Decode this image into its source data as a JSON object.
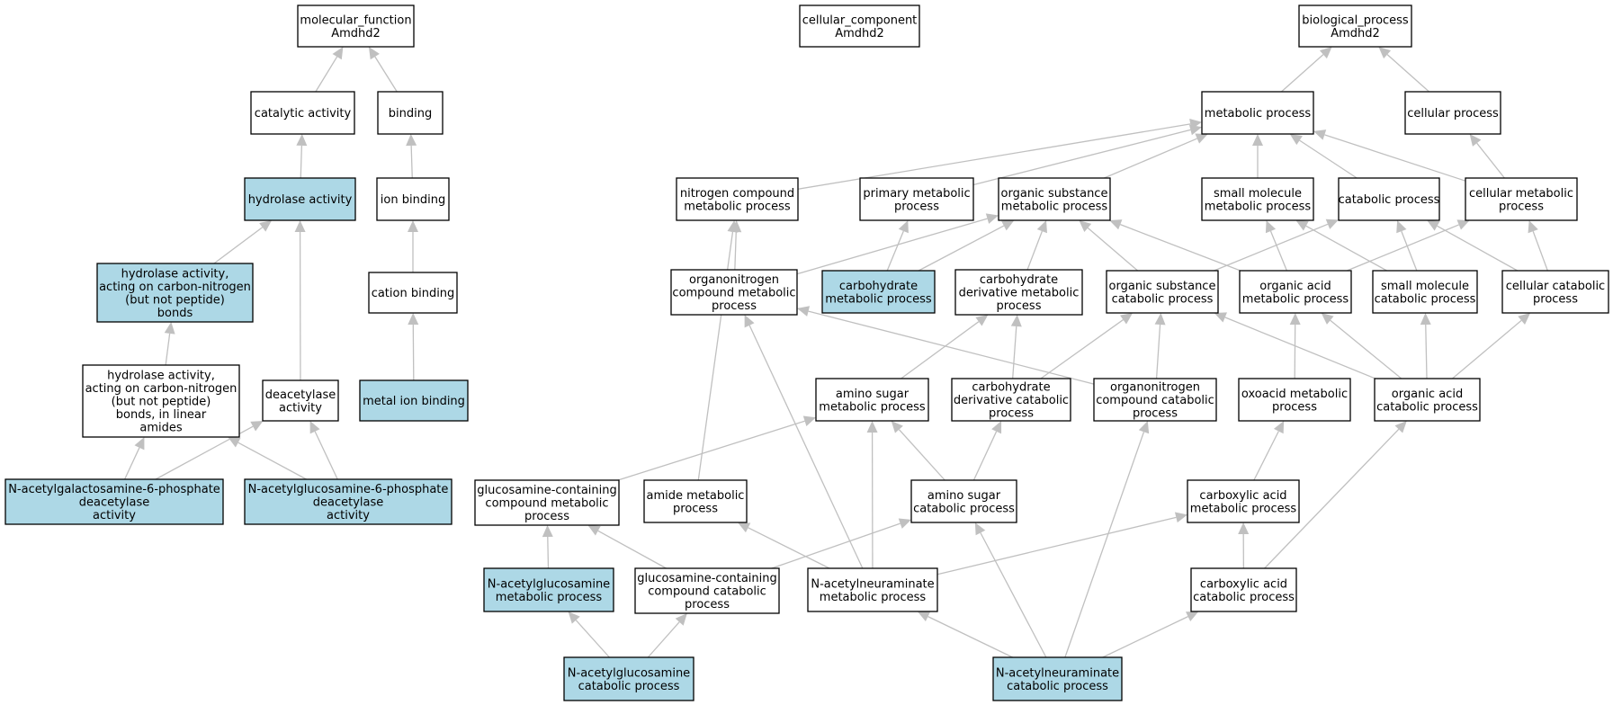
{
  "colors": {
    "highlight": "#add8e6",
    "plain": "#ffffff",
    "edge": "#c0c0c0"
  },
  "nodes": {
    "mf_root": {
      "lines": [
        "molecular_function",
        "Amdhd2"
      ],
      "highlight": false
    },
    "cc_root": {
      "lines": [
        "cellular_component",
        "Amdhd2"
      ],
      "highlight": false
    },
    "bp_root": {
      "lines": [
        "biological_process",
        "Amdhd2"
      ],
      "highlight": false
    },
    "catalytic": {
      "lines": [
        "catalytic activity"
      ],
      "highlight": false
    },
    "binding": {
      "lines": [
        "binding"
      ],
      "highlight": false
    },
    "hydrolase": {
      "lines": [
        "hydrolase activity"
      ],
      "highlight": true
    },
    "ion_binding": {
      "lines": [
        "ion binding"
      ],
      "highlight": false
    },
    "hydrolase_cn": {
      "lines": [
        "hydrolase activity,",
        "acting on carbon-nitrogen",
        "(but not peptide)",
        "bonds"
      ],
      "highlight": true
    },
    "cation_binding": {
      "lines": [
        "cation binding"
      ],
      "highlight": false
    },
    "hydrolase_cn_linear": {
      "lines": [
        "hydrolase activity,",
        "acting on carbon-nitrogen",
        "(but not peptide)",
        "bonds, in linear",
        "amides"
      ],
      "highlight": false
    },
    "deacetylase": {
      "lines": [
        "deacetylase",
        "activity"
      ],
      "highlight": false
    },
    "metal_ion_binding": {
      "lines": [
        "metal ion binding"
      ],
      "highlight": true
    },
    "galnac6p": {
      "lines": [
        "N-acetylgalactosamine-6-phosphate",
        "deacetylase",
        "activity"
      ],
      "highlight": true
    },
    "glcnac6p": {
      "lines": [
        "N-acetylglucosamine-6-phosphate",
        "deacetylase",
        "activity"
      ],
      "highlight": true
    },
    "metabolic": {
      "lines": [
        "metabolic process"
      ],
      "highlight": false
    },
    "cellular_proc": {
      "lines": [
        "cellular process"
      ],
      "highlight": false
    },
    "nitrogen_comp": {
      "lines": [
        "nitrogen compound",
        "metabolic process"
      ],
      "highlight": false
    },
    "primary_met": {
      "lines": [
        "primary metabolic",
        "process"
      ],
      "highlight": false
    },
    "org_sub_met": {
      "lines": [
        "organic substance",
        "metabolic process"
      ],
      "highlight": false
    },
    "small_mol_met": {
      "lines": [
        "small molecule",
        "metabolic process"
      ],
      "highlight": false
    },
    "catabolic": {
      "lines": [
        "catabolic process"
      ],
      "highlight": false
    },
    "cell_met": {
      "lines": [
        "cellular metabolic",
        "process"
      ],
      "highlight": false
    },
    "orgN_met": {
      "lines": [
        "organonitrogen",
        "compound metabolic",
        "process"
      ],
      "highlight": false
    },
    "carb_met": {
      "lines": [
        "carbohydrate",
        "metabolic process"
      ],
      "highlight": true
    },
    "carb_deriv_met": {
      "lines": [
        "carbohydrate",
        "derivative metabolic",
        "process"
      ],
      "highlight": false
    },
    "org_sub_cat": {
      "lines": [
        "organic substance",
        "catabolic process"
      ],
      "highlight": false
    },
    "org_acid_met": {
      "lines": [
        "organic acid",
        "metabolic process"
      ],
      "highlight": false
    },
    "small_mol_cat": {
      "lines": [
        "small molecule",
        "catabolic process"
      ],
      "highlight": false
    },
    "cell_cat": {
      "lines": [
        "cellular catabolic",
        "process"
      ],
      "highlight": false
    },
    "amino_sugar_met": {
      "lines": [
        "amino sugar",
        "metabolic process"
      ],
      "highlight": false
    },
    "carb_deriv_cat": {
      "lines": [
        "carbohydrate",
        "derivative catabolic",
        "process"
      ],
      "highlight": false
    },
    "orgN_cat": {
      "lines": [
        "organonitrogen",
        "compound catabolic",
        "process"
      ],
      "highlight": false
    },
    "oxoacid_met": {
      "lines": [
        "oxoacid metabolic",
        "process"
      ],
      "highlight": false
    },
    "org_acid_cat": {
      "lines": [
        "organic acid",
        "catabolic process"
      ],
      "highlight": false
    },
    "glcN_met": {
      "lines": [
        "glucosamine-containing",
        "compound metabolic",
        "process"
      ],
      "highlight": false
    },
    "amide_met": {
      "lines": [
        "amide metabolic",
        "process"
      ],
      "highlight": false
    },
    "amino_sugar_cat": {
      "lines": [
        "amino sugar",
        "catabolic process"
      ],
      "highlight": false
    },
    "carboxylic_met": {
      "lines": [
        "carboxylic acid",
        "metabolic process"
      ],
      "highlight": false
    },
    "glcnac_met": {
      "lines": [
        "N-acetylglucosamine",
        "metabolic process"
      ],
      "highlight": true
    },
    "glcN_cat": {
      "lines": [
        "glucosamine-containing",
        "compound catabolic",
        "process"
      ],
      "highlight": false
    },
    "neu5ac_met": {
      "lines": [
        "N-acetylneuraminate",
        "metabolic process"
      ],
      "highlight": false
    },
    "carboxylic_cat": {
      "lines": [
        "carboxylic acid",
        "catabolic process"
      ],
      "highlight": false
    },
    "glcnac_cat": {
      "lines": [
        "N-acetylglucosamine",
        "catabolic process"
      ],
      "highlight": true
    },
    "neu5ac_cat": {
      "lines": [
        "N-acetylneuraminate",
        "catabolic process"
      ],
      "highlight": true
    }
  },
  "edges": [
    [
      "catalytic",
      "mf_root"
    ],
    [
      "binding",
      "mf_root"
    ],
    [
      "hydrolase",
      "catalytic"
    ],
    [
      "ion_binding",
      "binding"
    ],
    [
      "hydrolase_cn",
      "hydrolase"
    ],
    [
      "deacetylase",
      "hydrolase"
    ],
    [
      "cation_binding",
      "ion_binding"
    ],
    [
      "metal_ion_binding",
      "cation_binding"
    ],
    [
      "hydrolase_cn_linear",
      "hydrolase_cn"
    ],
    [
      "galnac6p",
      "hydrolase_cn_linear"
    ],
    [
      "galnac6p",
      "deacetylase"
    ],
    [
      "glcnac6p",
      "hydrolase_cn_linear"
    ],
    [
      "glcnac6p",
      "deacetylase"
    ],
    [
      "metabolic",
      "bp_root"
    ],
    [
      "cellular_proc",
      "bp_root"
    ],
    [
      "nitrogen_comp",
      "metabolic"
    ],
    [
      "primary_met",
      "metabolic"
    ],
    [
      "org_sub_met",
      "metabolic"
    ],
    [
      "small_mol_met",
      "metabolic"
    ],
    [
      "catabolic",
      "metabolic"
    ],
    [
      "cell_met",
      "metabolic"
    ],
    [
      "cell_met",
      "cellular_proc"
    ],
    [
      "orgN_met",
      "nitrogen_comp"
    ],
    [
      "orgN_met",
      "org_sub_met"
    ],
    [
      "carb_met",
      "primary_met"
    ],
    [
      "carb_met",
      "org_sub_met"
    ],
    [
      "carb_deriv_met",
      "org_sub_met"
    ],
    [
      "org_sub_cat",
      "org_sub_met"
    ],
    [
      "org_sub_cat",
      "catabolic"
    ],
    [
      "org_acid_met",
      "org_sub_met"
    ],
    [
      "org_acid_met",
      "small_mol_met"
    ],
    [
      "org_acid_met",
      "cell_met"
    ],
    [
      "small_mol_cat",
      "small_mol_met"
    ],
    [
      "small_mol_cat",
      "catabolic"
    ],
    [
      "cell_cat",
      "catabolic"
    ],
    [
      "cell_cat",
      "cell_met"
    ],
    [
      "amino_sugar_met",
      "carb_deriv_met"
    ],
    [
      "carb_deriv_cat",
      "carb_deriv_met"
    ],
    [
      "carb_deriv_cat",
      "org_sub_cat"
    ],
    [
      "orgN_cat",
      "orgN_met"
    ],
    [
      "orgN_cat",
      "org_sub_cat"
    ],
    [
      "oxoacid_met",
      "org_acid_met"
    ],
    [
      "org_acid_cat",
      "org_sub_cat"
    ],
    [
      "org_acid_cat",
      "org_acid_met"
    ],
    [
      "org_acid_cat",
      "small_mol_cat"
    ],
    [
      "org_acid_cat",
      "cell_cat"
    ],
    [
      "glcN_met",
      "amino_sugar_met"
    ],
    [
      "amide_met",
      "nitrogen_comp"
    ],
    [
      "amino_sugar_cat",
      "amino_sugar_met"
    ],
    [
      "amino_sugar_cat",
      "carb_deriv_cat"
    ],
    [
      "carboxylic_met",
      "oxoacid_met"
    ],
    [
      "glcnac_met",
      "glcN_met"
    ],
    [
      "glcN_cat",
      "glcN_met"
    ],
    [
      "glcN_cat",
      "amino_sugar_cat"
    ],
    [
      "neu5ac_met",
      "orgN_met"
    ],
    [
      "neu5ac_met",
      "amide_met"
    ],
    [
      "neu5ac_met",
      "amino_sugar_met"
    ],
    [
      "neu5ac_met",
      "carboxylic_met"
    ],
    [
      "carboxylic_cat",
      "carboxylic_met"
    ],
    [
      "carboxylic_cat",
      "org_acid_cat"
    ],
    [
      "glcnac_cat",
      "glcnac_met"
    ],
    [
      "glcnac_cat",
      "glcN_cat"
    ],
    [
      "neu5ac_cat",
      "neu5ac_met"
    ],
    [
      "neu5ac_cat",
      "amino_sugar_cat"
    ],
    [
      "neu5ac_cat",
      "orgN_cat"
    ],
    [
      "neu5ac_cat",
      "carboxylic_cat"
    ]
  ]
}
